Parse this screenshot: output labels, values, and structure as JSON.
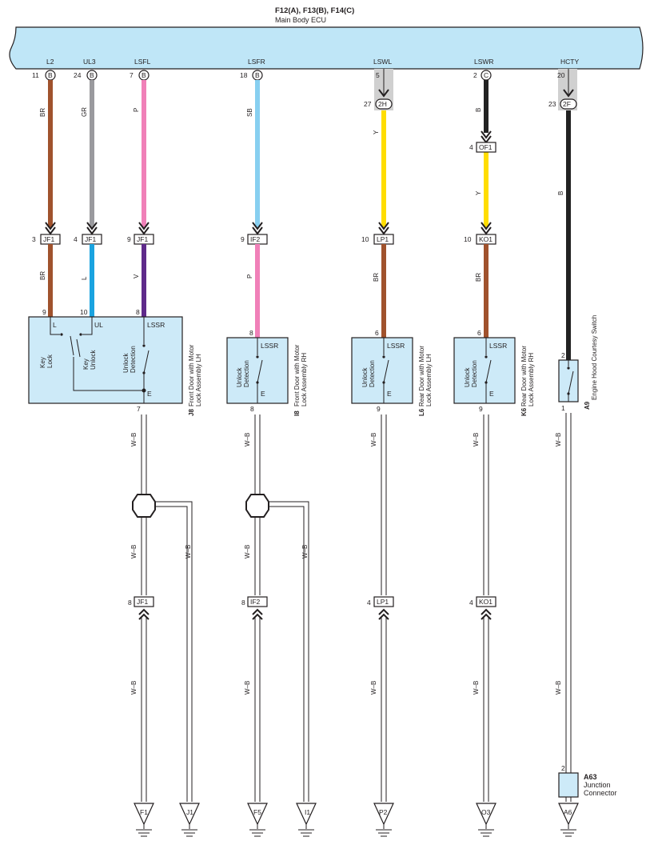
{
  "ecu": {
    "connectors": "F12(A), F13(B), F14(C)",
    "name": "Main Body ECU",
    "terminals": [
      {
        "name": "L2",
        "pin": "11",
        "conn": "B"
      },
      {
        "name": "UL3",
        "pin": "24",
        "conn": "B"
      },
      {
        "name": "LSFL",
        "pin": "7",
        "conn": "B"
      },
      {
        "name": "LSFR",
        "pin": "18",
        "conn": "B"
      },
      {
        "name": "LSWL",
        "pin": "5",
        "conn": ""
      },
      {
        "name": "LSWR",
        "pin": "2",
        "conn": "C"
      },
      {
        "name": "HCTY",
        "pin": "20",
        "conn": ""
      }
    ]
  },
  "inline_2h": {
    "pin": "27",
    "conn": "2H"
  },
  "inline_2f": {
    "pin": "23",
    "conn": "2F"
  },
  "wire_colors": {
    "BR": "BR",
    "GR": "GR",
    "P": "P",
    "SB": "SB",
    "Y": "Y",
    "B": "B",
    "L": "L",
    "V": "V",
    "WB": "W–B"
  },
  "colors": {
    "brown": "#a0522d",
    "gray": "#9a9a9e",
    "pink": "#f080b8",
    "skyblue": "#87cff0",
    "yellow": "#ffdd00",
    "black": "#222222",
    "blue": "#1aa3e0",
    "violet": "#5e2a8a",
    "ecu_fill": "#bfe6f7",
    "box_fill": "#cdeaf8",
    "shade": "#d0d0d0"
  },
  "junctions": [
    {
      "pin": "3",
      "name": "JF1"
    },
    {
      "pin": "4",
      "name": "JF1"
    },
    {
      "pin": "9",
      "name": "JF1"
    },
    {
      "pin": "9",
      "name": "IF2"
    },
    {
      "pin": "10",
      "name": "LP1"
    },
    {
      "pin": "4",
      "name": "OF1"
    },
    {
      "pin": "10",
      "name": "KO1"
    }
  ],
  "lower_junctions": [
    {
      "pin": "8",
      "name": "JF1"
    },
    {
      "pin": "8",
      "name": "IF2"
    },
    {
      "pin": "4",
      "name": "LP1"
    },
    {
      "pin": "4",
      "name": "KO1"
    }
  ],
  "components": {
    "j8": {
      "code": "J8",
      "name_line1": "Front Door with Motor",
      "name_line2": "Lock Assembly LH",
      "pins": {
        "l": "9",
        "ul": "10",
        "lssr": "8",
        "e": "7"
      },
      "labels": {
        "l": "L",
        "ul": "UL",
        "lssr": "LSSR",
        "e": "E",
        "key_lock_1": "Key",
        "key_lock_2": "Lock",
        "key_unlock_1": "Key",
        "key_unlock_2": "Unlock",
        "unlock_1": "Unlock",
        "unlock_2": "Detection"
      }
    },
    "i8": {
      "code": "I8",
      "name_line1": "Front Door with Motor",
      "name_line2": "Lock Assembly RH",
      "pins": {
        "top": "8",
        "bottom": "8"
      },
      "labels": {
        "lssr": "LSSR",
        "e": "E",
        "unlock_1": "Unlock",
        "unlock_2": "Detection"
      }
    },
    "l6": {
      "code": "L6",
      "name_line1": "Rear Door with Motor",
      "name_line2": "Lock Assembly LH",
      "pins": {
        "top": "6",
        "bottom": "9"
      },
      "labels": {
        "lssr": "LSSR",
        "e": "E",
        "unlock_1": "Unlock",
        "unlock_2": "Detection"
      }
    },
    "k6": {
      "code": "K6",
      "name_line1": "Rear Door with Motor",
      "name_line2": "Lock Assembly RH",
      "pins": {
        "top": "6",
        "bottom": "9"
      },
      "labels": {
        "lssr": "LSSR",
        "e": "E",
        "unlock_1": "Unlock",
        "unlock_2": "Detection"
      }
    },
    "a9": {
      "code": "A9",
      "name": "Engine Hood Courtesy Switch",
      "pins": {
        "top": "2",
        "bottom": "1"
      }
    },
    "a63": {
      "code": "A63",
      "name_line1": "Junction",
      "name_line2": "Connector",
      "pin": "2"
    }
  },
  "grounds": [
    "F1",
    "J1",
    "F5",
    "I1",
    "P2",
    "O3",
    "A6"
  ]
}
